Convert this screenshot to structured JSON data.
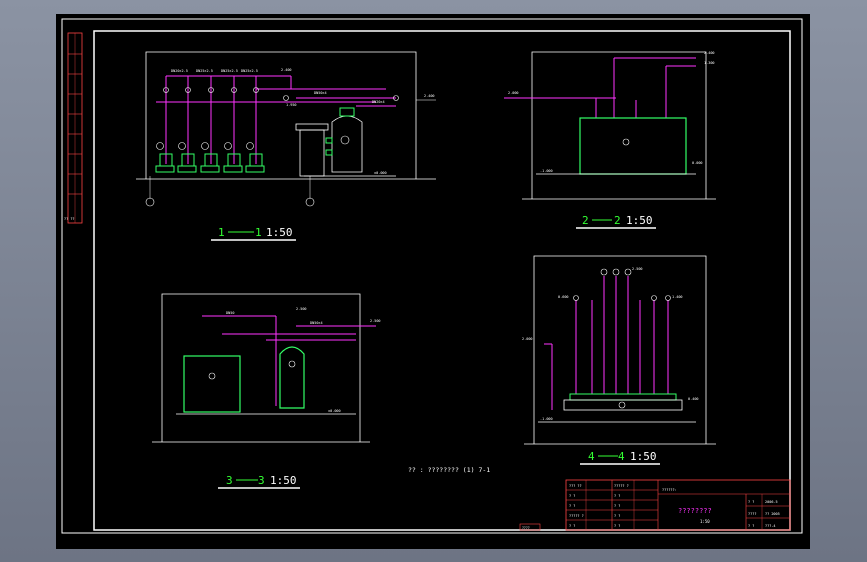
{
  "sections": {
    "s11": {
      "num_a": "1",
      "num_b": "1",
      "scale": "1:50"
    },
    "s22": {
      "num_a": "2",
      "num_b": "2",
      "scale": "1:50"
    },
    "s33": {
      "num_a": "3",
      "num_b": "3",
      "scale": "1:50"
    },
    "s44": {
      "num_a": "4",
      "num_b": "4",
      "scale": "1:50"
    }
  },
  "note": "?? : ???????? (1) 7-1",
  "title_block": {
    "drawing_title": "????????",
    "scale_text": "1:50",
    "left_rows": [
      "??? ??",
      "? ?",
      "? ?",
      "????? ?",
      "? ?"
    ],
    "mid_rows": [
      "????? ?",
      "? ?",
      "? ?",
      "? ?",
      "? ?"
    ],
    "right_rows": [
      {
        "label": "? ?",
        "value": "2006.5"
      },
      {
        "label": "????",
        "value": "?? 2005"
      },
      {
        "label": "? ?",
        "value": "???-4"
      }
    ],
    "header": "??????:"
  },
  "side_tab_label": "?? ??",
  "bottom_stamp": "????",
  "colors": {
    "background": "#000000",
    "frame": "#ffffff",
    "pipe": "#ff33ff",
    "equipment": "#33ff66",
    "section_label": "#33ff33",
    "label": "#ffffff",
    "title_block_line": "#ff4444"
  }
}
